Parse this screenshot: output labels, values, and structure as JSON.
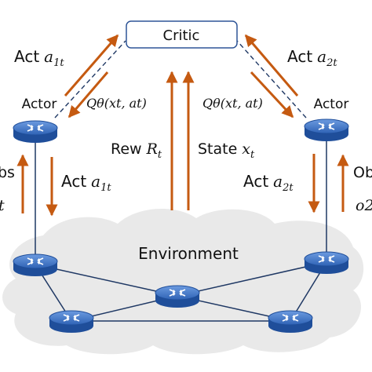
{
  "critic": {
    "label": "Critic"
  },
  "actors": {
    "left": {
      "label": "Actor"
    },
    "right": {
      "label": "Actor"
    }
  },
  "edges": {
    "act_a1t_top": {
      "prefix": "Act",
      "var": "a",
      "sub": "1t"
    },
    "act_a2t_top": {
      "prefix": "Act",
      "var": "a",
      "sub": "2t"
    },
    "q_left": {
      "text": "Qθ(xt, at)"
    },
    "q_right": {
      "text": "Qθ(xt, at)"
    },
    "rew": {
      "prefix": "Rew",
      "var": "R",
      "sub": "t"
    },
    "state": {
      "prefix": "State",
      "var": "x",
      "sub": "t"
    },
    "act_a1t_low": {
      "prefix": "Act",
      "var": "a",
      "sub": "1t"
    },
    "act_a2t_low": {
      "prefix": "Act",
      "var": "a",
      "sub": "2t"
    },
    "obs_left": {
      "line1": "bs",
      "line2": "t"
    },
    "obs_right": {
      "line1": "Ob",
      "line2": "o2"
    }
  },
  "environment": {
    "label": "Environment"
  },
  "colors": {
    "arrow": "#c55a11",
    "node_fill": "#3c74c4",
    "node_dark": "#1f4e9a",
    "critic_border": "#2f5597",
    "cloud": "#e9e9e9",
    "link": "#1f3864"
  },
  "icons": [
    "router-icon",
    "cloud-shape",
    "arrow-icon"
  ]
}
